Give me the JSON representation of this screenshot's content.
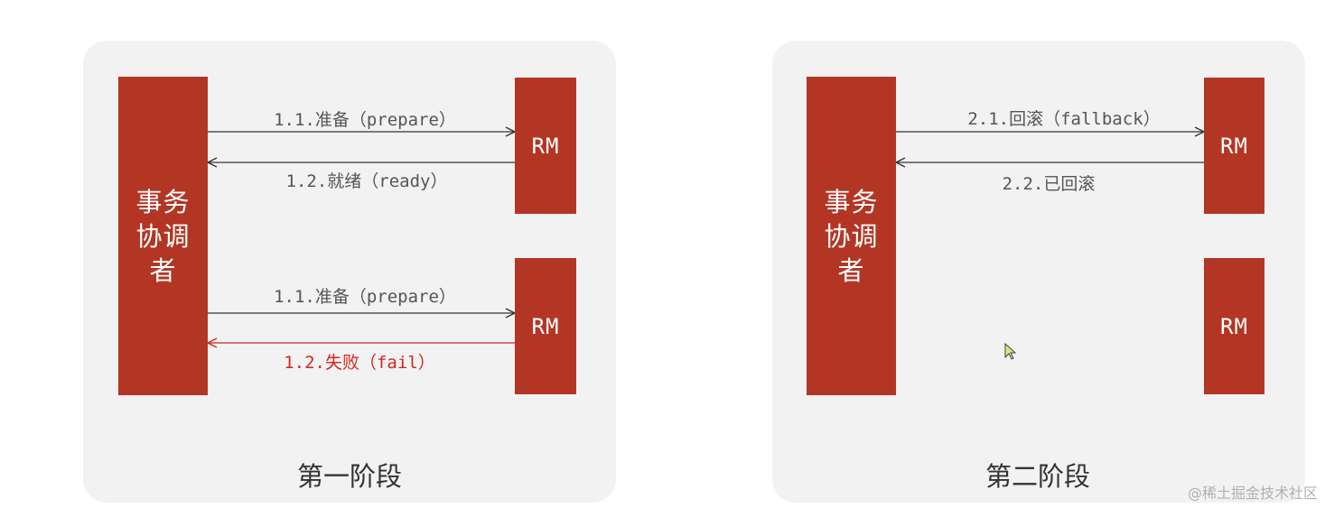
{
  "phase1": {
    "title": "第一阶段",
    "coordinator": "事务协调者",
    "rm_top": "RM",
    "rm_bottom": "RM",
    "msg_prepare_1": "1.1.准备（prepare）",
    "msg_ready": "1.2.就绪（ready）",
    "msg_prepare_2": "1.1.准备（prepare）",
    "msg_fail": "1.2.失败（fail）"
  },
  "phase2": {
    "title": "第二阶段",
    "coordinator": "事务协调者",
    "rm_top": "RM",
    "rm_bottom": "RM",
    "msg_fallback": "2.1.回滚（fallback）",
    "msg_rolled_back": "2.2.已回滚"
  },
  "watermark": "@稀土掘金技术社区",
  "colors": {
    "box": "#b33625",
    "panel": "#f2f2f2",
    "arrow": "#333333",
    "fail": "#d0281e"
  },
  "icons": {
    "cursor": "mouse-pointer-icon"
  }
}
